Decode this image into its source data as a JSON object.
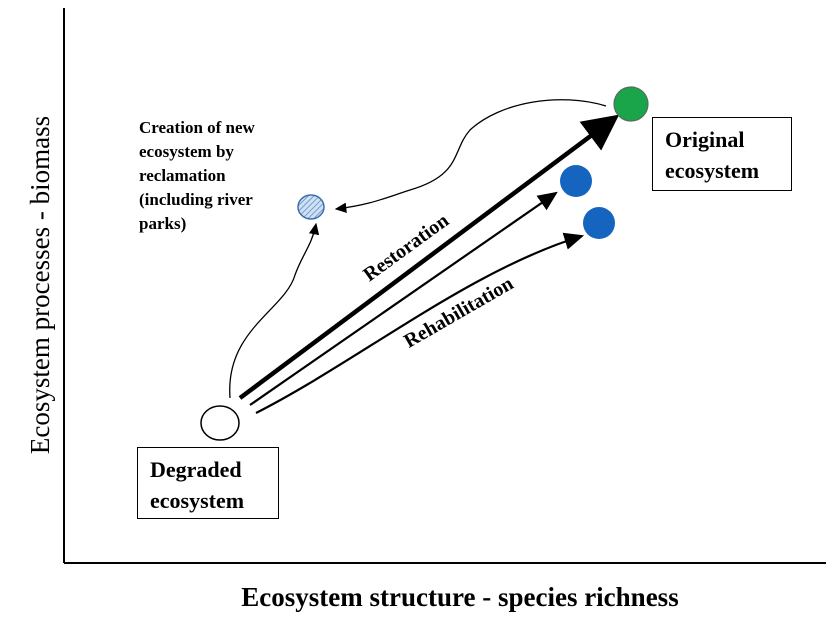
{
  "axes": {
    "x_label": "Ecosystem structure - species richness",
    "y_label": "Ecosystem processes - biomass"
  },
  "nodes": {
    "degraded": {
      "line1": "Degraded",
      "line2": "ecosystem"
    },
    "original": {
      "line1": "Original",
      "line2": "ecosystem"
    },
    "creation": {
      "line1": "Creation of new",
      "line2": "ecosystem by",
      "line3": "reclamation",
      "line4": "(including river",
      "line5": "parks)"
    }
  },
  "arrows": {
    "restoration": "Restoration",
    "rehabilitation": "Rehabilitation"
  },
  "colors": {
    "original_node": "#1aa54a",
    "rehab_node": "#1565c0",
    "degraded_node": "#ffffff",
    "creation_node": "#9ec3e6",
    "ink": "#000000"
  }
}
